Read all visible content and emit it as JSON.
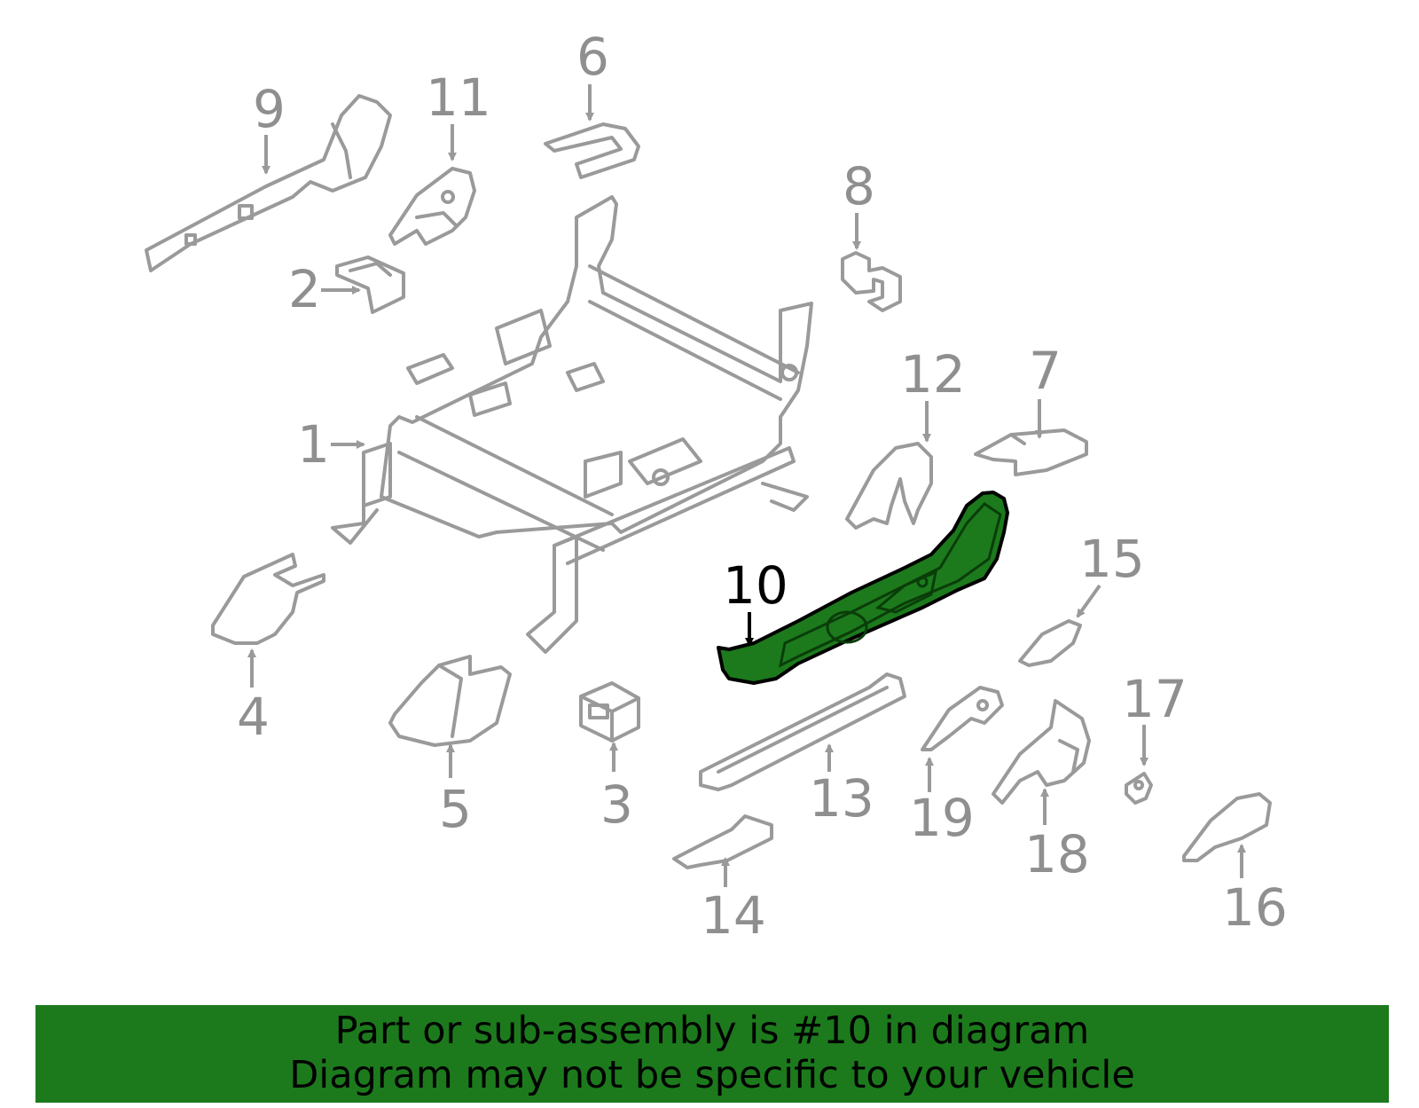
{
  "diagram": {
    "highlight_color": "#1c7a1c",
    "line_color": "#9a9a9a",
    "highlighted_part": "10",
    "callouts": [
      "1",
      "2",
      "3",
      "4",
      "5",
      "6",
      "7",
      "8",
      "9",
      "10",
      "11",
      "12",
      "13",
      "14",
      "15",
      "16",
      "17",
      "18",
      "19"
    ]
  },
  "banner": {
    "line1": "Part or sub-assembly is #10 in diagram",
    "line2": "Diagram may not be specific to your vehicle"
  }
}
